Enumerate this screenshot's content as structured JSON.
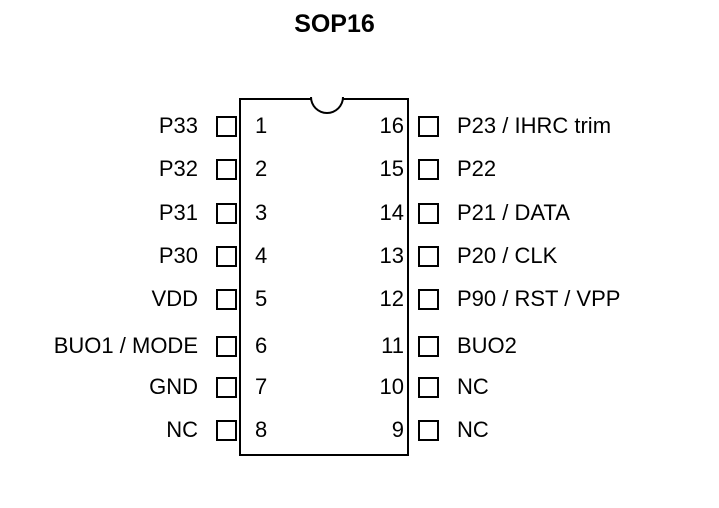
{
  "title": "SOP16",
  "package": {
    "left_pins": [
      {
        "number": "1",
        "label": "P33"
      },
      {
        "number": "2",
        "label": "P32"
      },
      {
        "number": "3",
        "label": "P31"
      },
      {
        "number": "4",
        "label": "P30"
      },
      {
        "number": "5",
        "label": "VDD"
      },
      {
        "number": "6",
        "label": "BUO1 / MODE"
      },
      {
        "number": "7",
        "label": "GND"
      },
      {
        "number": "8",
        "label": "NC"
      }
    ],
    "right_pins": [
      {
        "number": "16",
        "label": "P23 / IHRC trim"
      },
      {
        "number": "15",
        "label": "P22"
      },
      {
        "number": "14",
        "label": "P21 / DATA"
      },
      {
        "number": "13",
        "label": "P20 / CLK"
      },
      {
        "number": "12",
        "label": "P90 / RST / VPP"
      },
      {
        "number": "11",
        "label": "BUO2"
      },
      {
        "number": "10",
        "label": "NC"
      },
      {
        "number": "9",
        "label": "NC"
      }
    ]
  }
}
